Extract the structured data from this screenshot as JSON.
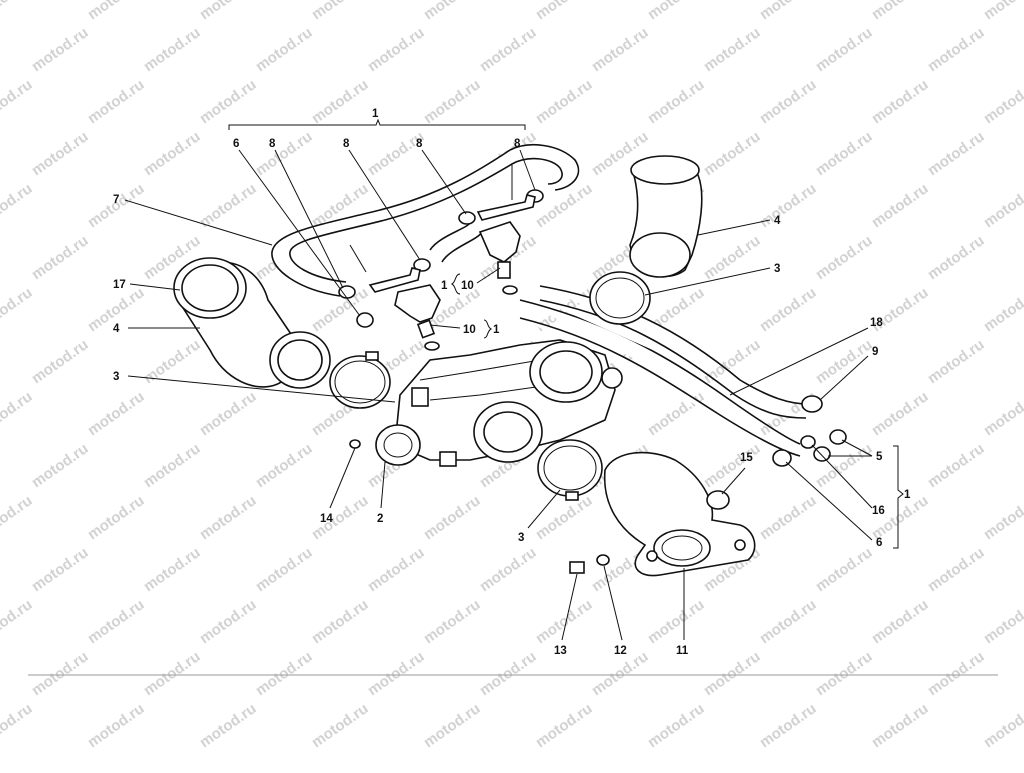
{
  "watermark": {
    "text": "motod.ru"
  },
  "group_label": "1",
  "callouts": {
    "c1_top": "1",
    "c6_left": "6",
    "c8_a": "8",
    "c8_b": "8",
    "c8_c": "8",
    "c8_d": "8",
    "c7": "7",
    "c17": "17",
    "c4_left": "4",
    "c3_left": "3",
    "c14": "14",
    "c2": "2",
    "c3_bottom": "3",
    "c1_10_upper_1": "1",
    "c1_10_upper_10": "10",
    "c1_10_lower_10": "10",
    "c1_10_lower_1": "1",
    "c4_right": "4",
    "c3_right": "3",
    "c18": "18",
    "c9": "9",
    "c5": "5",
    "c1_right": "1",
    "c16": "16",
    "c6_right": "6",
    "c15": "15",
    "c13": "13",
    "c12": "12",
    "c11": "11"
  }
}
